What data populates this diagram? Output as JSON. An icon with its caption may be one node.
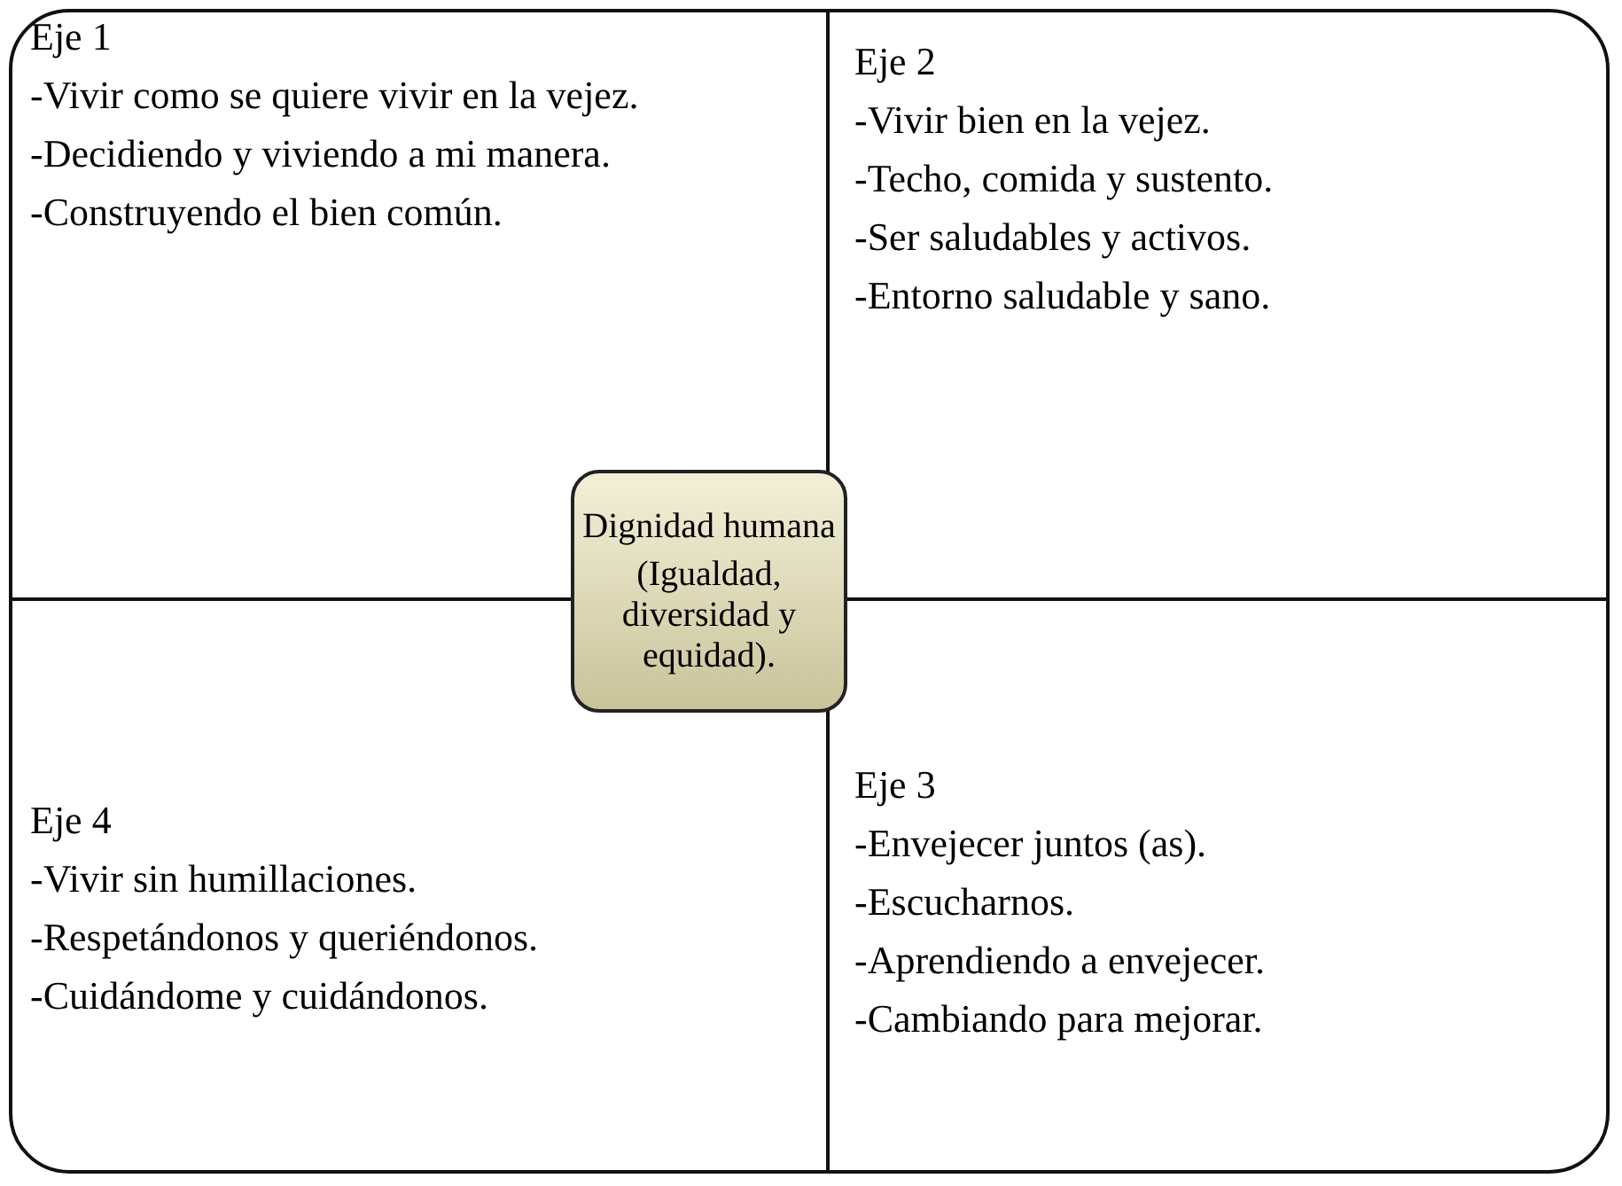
{
  "diagram": {
    "nodes": [
      {
        "text": [],
        "shape": "box"
      },
      {
        "text": [
          "Eje 1",
          "-Vivir como se quiere vivir en la vejez.",
          "-Decidiendo y viviendo a mi manera.",
          "-Construyendo el bien común."
        ],
        "in": 0
      },
      {
        "text": [
          "Eje 2",
          "-Vivir bien en la vejez.",
          "-Techo, comida y sustento.",
          "-Ser saludables y activos.",
          "-Entorno saludable y sano."
        ],
        "in": 0
      },
      {
        "text": [
          "Dignidad humana",
          "(Igualdad, diversidad y equidad)."
        ],
        "in": 0
      },
      {
        "text": [
          "Eje 4",
          "-Vivir sin humillaciones.",
          "-Respetándonos y queriéndonos.",
          "-Cuidándome y cuidándonos."
        ],
        "in": 0
      },
      {
        "text": [
          "Eje 3",
          "-Envejecer juntos (as).",
          "-Escucharnos.",
          "-Aprendiendo a envejecer.",
          "-Cambiando para mejorar."
        ],
        "in": 0
      }
    ]
  }
}
